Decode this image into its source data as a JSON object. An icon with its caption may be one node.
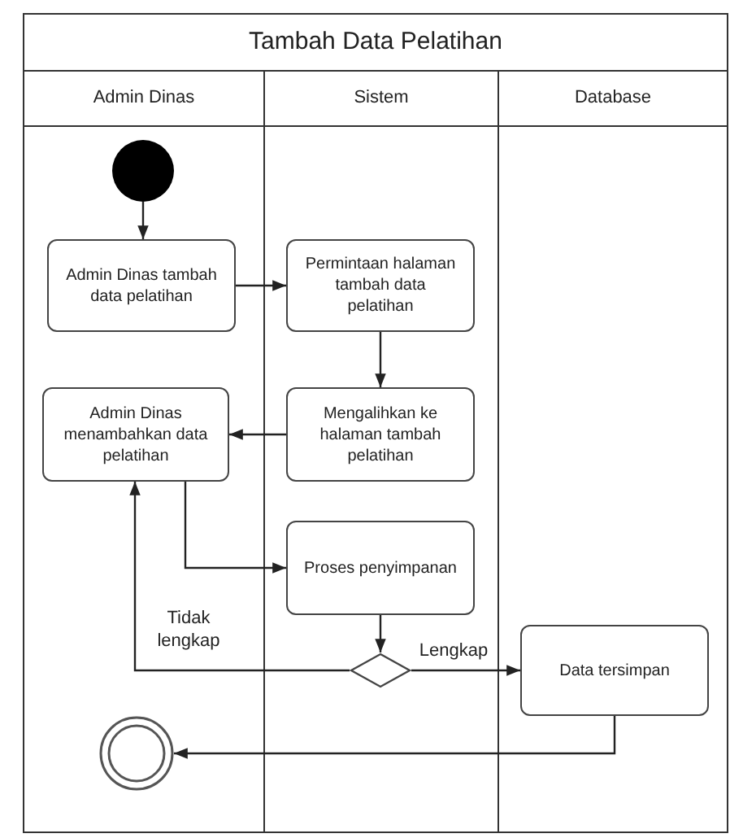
{
  "diagram": {
    "nodes": [
      {
        "text": [
          "Tambah Data Pelatihan"
        ]
      },
      {
        "text": [
          "Admin Dinas"
        ],
        "in": 0
      },
      {
        "text": [
          "Sistem"
        ],
        "in": 0
      },
      {
        "text": [
          "Database"
        ],
        "in": 0
      },
      {
        "text": [],
        "shape": "circle",
        "in": 1
      },
      {
        "text": [
          "Admin Dinas tambah data pelatihan"
        ],
        "in": 1
      },
      {
        "text": [
          "Permintaan halaman tambah data pelatihan"
        ],
        "in": 2
      },
      {
        "text": [
          "Mengalihkan ke halaman tambah pelatihan"
        ],
        "in": 2
      },
      {
        "text": [
          "Admin Dinas menambahkan data pelatihan"
        ],
        "in": 1
      },
      {
        "text": [
          "Proses penyimpanan"
        ],
        "in": 2
      },
      {
        "text": [],
        "shape": "diamond",
        "in": 2
      },
      {
        "text": [
          "Data tersimpan"
        ],
        "in": 3
      },
      {
        "text": [],
        "shape": "circle",
        "in": 1
      }
    ],
    "edges": [
      {
        "from": 4,
        "to": 5,
        "arrow": "to"
      },
      {
        "from": 5,
        "to": 6,
        "arrow": "to"
      },
      {
        "from": 6,
        "to": 7,
        "arrow": "to"
      },
      {
        "from": 7,
        "to": 8,
        "arrow": "to"
      },
      {
        "from": 8,
        "to": 9,
        "arrow": "to"
      },
      {
        "from": 9,
        "to": 10,
        "arrow": "to"
      },
      {
        "from": 10,
        "to": 8,
        "arrow": "to",
        "label": "Tidak lengkap"
      },
      {
        "from": 10,
        "to": 11,
        "arrow": "to",
        "label": "Lengkap"
      },
      {
        "from": 11,
        "to": 12,
        "arrow": "to"
      }
    ]
  }
}
